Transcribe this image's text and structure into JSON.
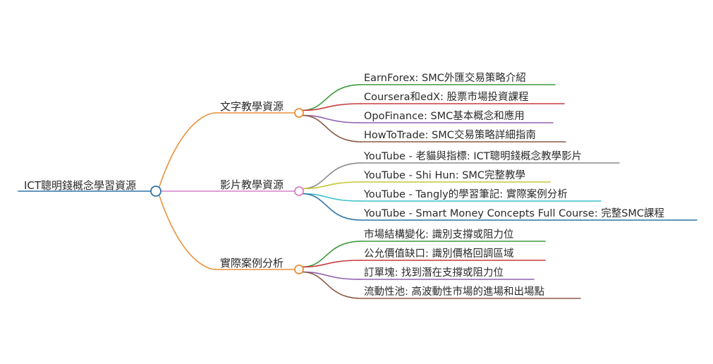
{
  "root": {
    "label": "ICT聰明錢概念學習資源",
    "color": "#2e74a6"
  },
  "branches": [
    {
      "label": "文字教學資源",
      "color": "#e8913a",
      "children": [
        {
          "label": "EarnForex: SMC外匯交易策略介紹",
          "color": "#3b9a3b"
        },
        {
          "label": "Coursera和edX: 股票市場投資課程",
          "color": "#c93c3c"
        },
        {
          "label": "OpoFinance: SMC基本概念和應用",
          "color": "#9060b0"
        },
        {
          "label": "HowToTrade: SMC交易策略詳細指南",
          "color": "#8a5a44"
        }
      ]
    },
    {
      "label": "影片教學資源",
      "color": "#d980c8",
      "children": [
        {
          "label": "YouTube - 老貓與指標: ICT聰明錢概念教學影片",
          "color": "#8a8a8a"
        },
        {
          "label": "YouTube - Shi Hun: SMC完整教學",
          "color": "#c6c63a"
        },
        {
          "label": "YouTube - Tangly的學習筆記: 實際案例分析",
          "color": "#3ec0c8"
        },
        {
          "label": "YouTube - Smart Money Concepts Full Course: 完整SMC課程",
          "color": "#2e74a6"
        }
      ]
    },
    {
      "label": "實際案例分析",
      "color": "#e8913a",
      "children": [
        {
          "label": "市場結構變化: 識別支撐或阻力位",
          "color": "#3b9a3b"
        },
        {
          "label": "公允價值缺口: 識別價格回調區域",
          "color": "#c93c3c"
        },
        {
          "label": "訂單塊: 找到潛在支撐或阻力位",
          "color": "#9060b0"
        },
        {
          "label": "流動性池: 高波動性市場的進場和出場點",
          "color": "#8a5a44"
        }
      ]
    }
  ]
}
